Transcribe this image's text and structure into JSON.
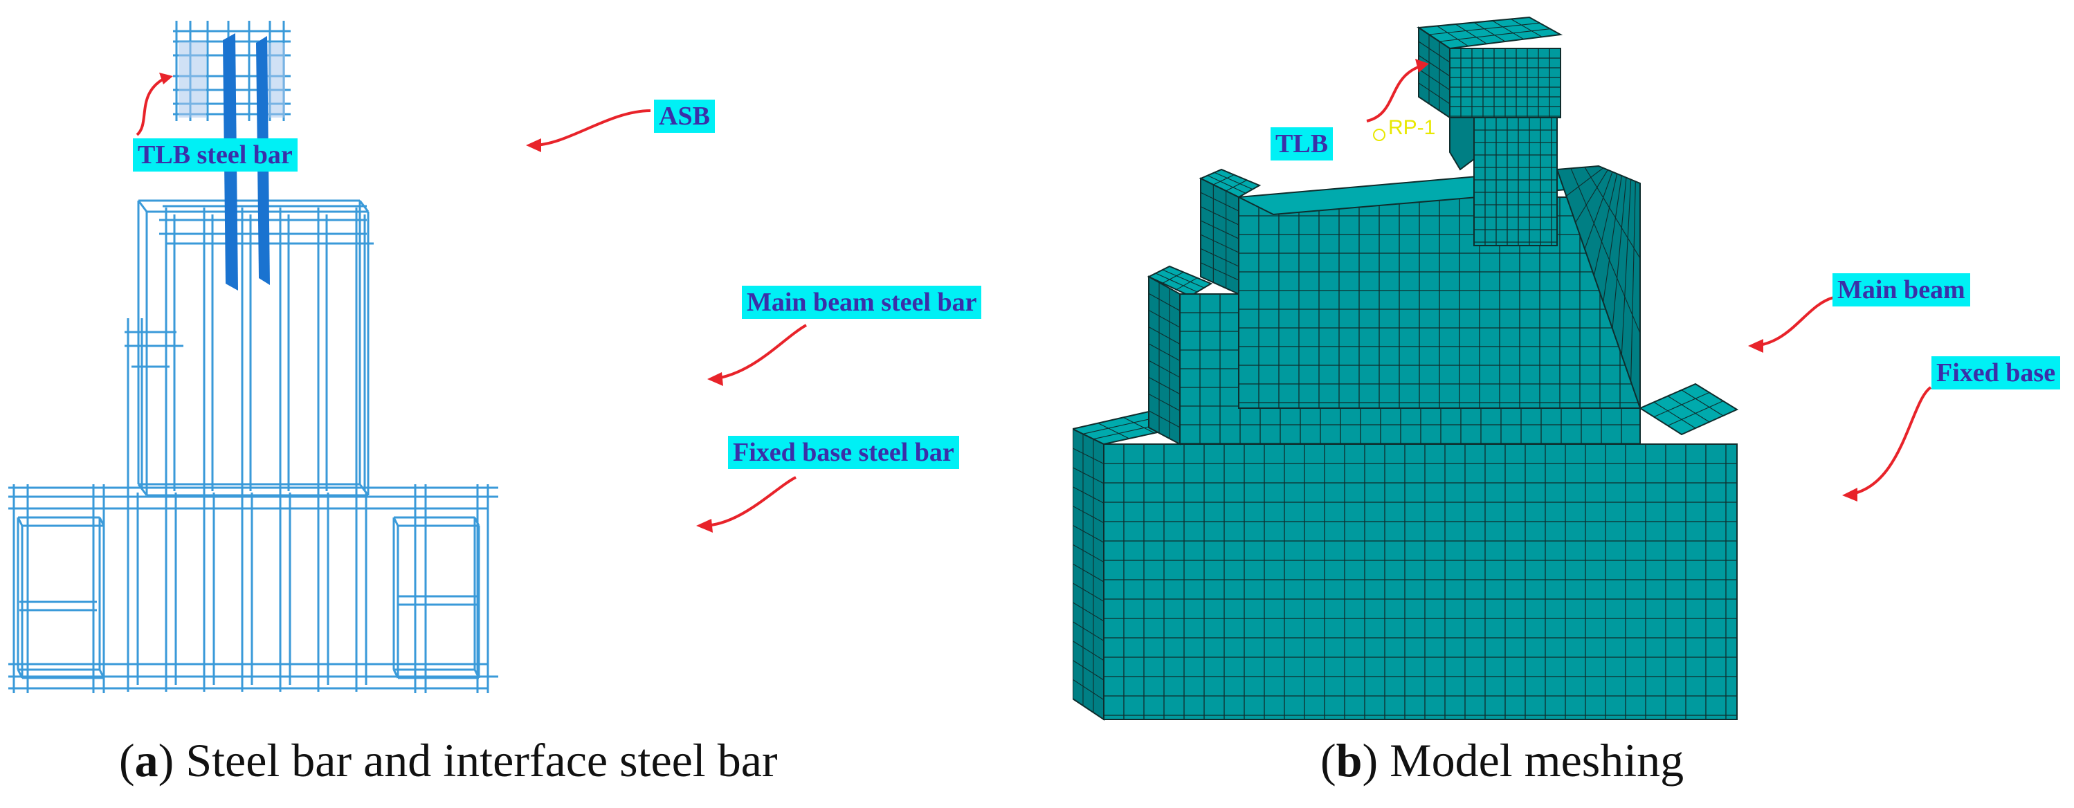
{
  "panel_a": {
    "labels": {
      "tlb": "TLB steel bar",
      "asb": "ASB",
      "main_beam": "Main beam steel bar",
      "fixed_base": "Fixed base steel bar"
    },
    "caption": {
      "letter": "a",
      "text": "Steel bar and interface steel bar"
    },
    "colors": {
      "rebar": "#3a9ad9",
      "asb": "#1a73d0",
      "label_bg": "#00f0f5",
      "label_text": "#3b2fa8",
      "arrow": "#e8232a"
    }
  },
  "panel_b": {
    "labels": {
      "tlb": "TLB",
      "main_beam": "Main beam",
      "fixed_base": "Fixed base",
      "rp": "RP-1"
    },
    "caption": {
      "letter": "b",
      "text": "Model meshing"
    },
    "colors": {
      "mesh_fill": "#009a9e",
      "mesh_side": "#007f84",
      "mesh_line": "#0f2d2d",
      "rp": "#e8e800"
    }
  }
}
